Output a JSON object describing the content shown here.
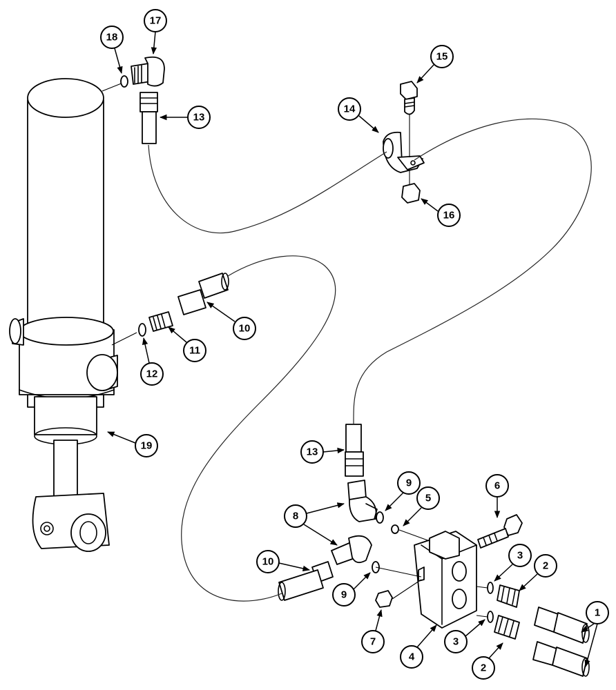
{
  "diagram": {
    "callouts": [
      {
        "label": "1"
      },
      {
        "label": "2"
      },
      {
        "label": "2"
      },
      {
        "label": "3"
      },
      {
        "label": "3"
      },
      {
        "label": "4"
      },
      {
        "label": "5"
      },
      {
        "label": "6"
      },
      {
        "label": "7"
      },
      {
        "label": "8"
      },
      {
        "label": "9"
      },
      {
        "label": "9"
      },
      {
        "label": "10"
      },
      {
        "label": "10"
      },
      {
        "label": "11"
      },
      {
        "label": "12"
      },
      {
        "label": "13"
      },
      {
        "label": "13"
      },
      {
        "label": "14"
      },
      {
        "label": "15"
      },
      {
        "label": "16"
      },
      {
        "label": "17"
      },
      {
        "label": "18"
      },
      {
        "label": "19"
      }
    ]
  }
}
